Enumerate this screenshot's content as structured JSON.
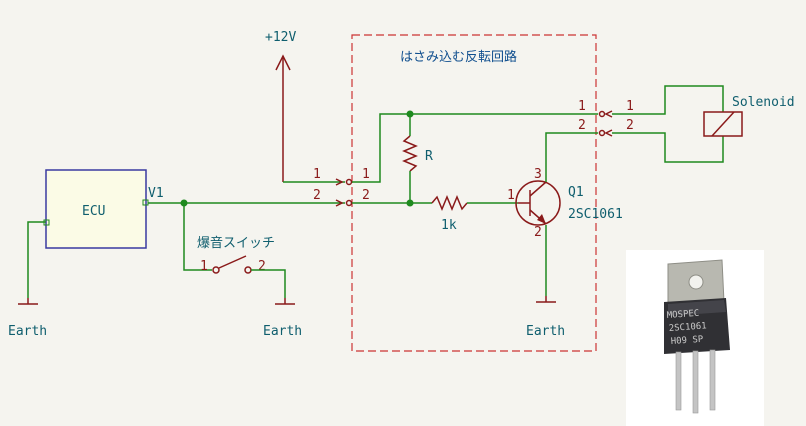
{
  "power_label": "+12V",
  "block": {
    "title": "はさみ込む反転回路"
  },
  "ecu": {
    "label": "ECU",
    "pin_label": "V1"
  },
  "switch": {
    "label": "爆音スイッチ",
    "pin1": "1",
    "pin2": "2"
  },
  "resistor_r": {
    "label": "R"
  },
  "resistor_1k": {
    "label": "1k"
  },
  "transistor": {
    "ref": "Q1",
    "value": "2SC1061",
    "pin_b": "1",
    "pin_e": "2",
    "pin_c": "3"
  },
  "solenoid": {
    "label": "Solenoid"
  },
  "connector_left": {
    "pin1": "1",
    "pin2": "2",
    "pin1_inner": "1",
    "pin2_inner": "2"
  },
  "connector_right": {
    "pin1": "1",
    "pin2": "2",
    "pin1_outer": "1",
    "pin2_outer": "2"
  },
  "grounds": {
    "ecu": "Earth",
    "switch": "Earth",
    "transistor": "Earth"
  },
  "photo": {
    "lines": [
      "MOSPEC",
      "2SC1061",
      "H09 SP"
    ]
  }
}
